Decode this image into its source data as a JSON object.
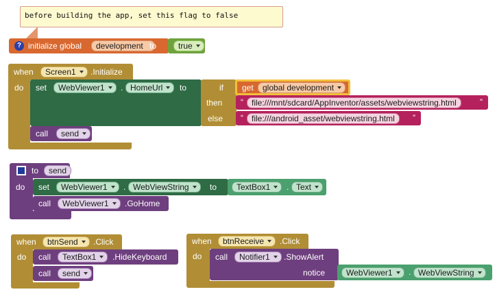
{
  "comment": {
    "text": "before building the app, set this flag to false"
  },
  "global_var": {
    "help_icon": "question-mark-icon",
    "keyword": "initialize global",
    "name": "development",
    "to": "to",
    "value": "true"
  },
  "screen_init": {
    "when": "when",
    "component": "Screen1",
    "event": ".Initialize",
    "do": "do",
    "set": "set",
    "target_component": "WebViewer1",
    "dot": ".",
    "property": "HomeUrl",
    "to": "to",
    "if": "if",
    "get": "get",
    "get_var": "global development",
    "then": "then",
    "then_value": "file:///mnt/sdcard/AppInventor/assets/webviewstring.html",
    "else": "else",
    "else_value": "file:///android_asset/webviewstring.html",
    "quote": "“",
    "quote_close": "”",
    "call": "call",
    "call_proc": "send"
  },
  "procedure": {
    "to": "to",
    "name": "send",
    "do": "do",
    "set": "set",
    "component": "WebViewer1",
    "dot": ".",
    "property": "WebViewString",
    "to2": "to",
    "value_component": "TextBox1",
    "value_property": "Text",
    "call": "call",
    "call_component": "WebViewer1",
    "call_method": ".GoHome"
  },
  "btn_send": {
    "when": "when",
    "component": "btnSend",
    "event": ".Click",
    "do": "do",
    "call": "call",
    "call_component": "TextBox1",
    "call_method": ".HideKeyboard",
    "call2": "call",
    "call_proc": "send"
  },
  "btn_receive": {
    "when": "when",
    "component": "btnReceive",
    "event": ".Click",
    "do": "do",
    "call": "call",
    "call_component": "Notifier1",
    "call_method": ".ShowAlert",
    "notice": "notice",
    "arg_component": "WebViewer1",
    "dot": ".",
    "arg_property": "WebViewString"
  }
}
